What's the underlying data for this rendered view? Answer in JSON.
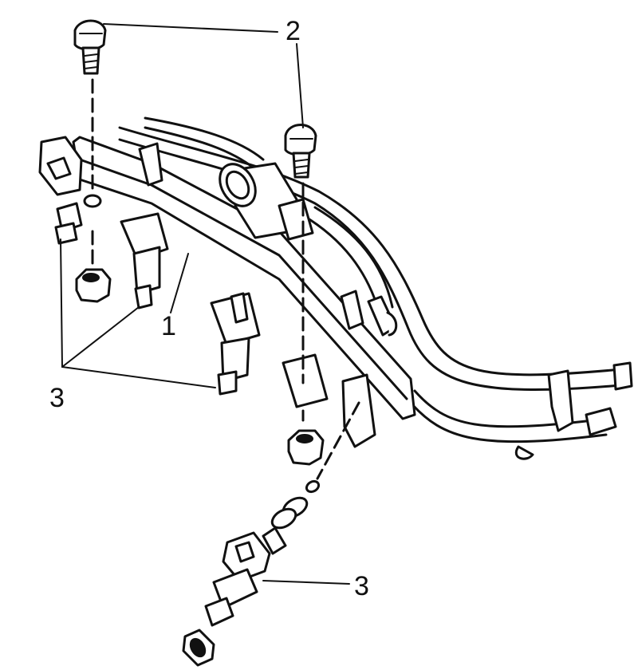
{
  "diagram": {
    "parts": [
      {
        "id": "fuel-rail",
        "label": "1"
      },
      {
        "id": "bolt",
        "label": "2"
      },
      {
        "id": "injector",
        "label": "3"
      }
    ],
    "callouts": {
      "rail": "1",
      "bolts": "2",
      "injectors_left": "3",
      "injector_bottom": "3"
    },
    "colors": {
      "line": "#111111",
      "paper": "#ffffff"
    }
  }
}
